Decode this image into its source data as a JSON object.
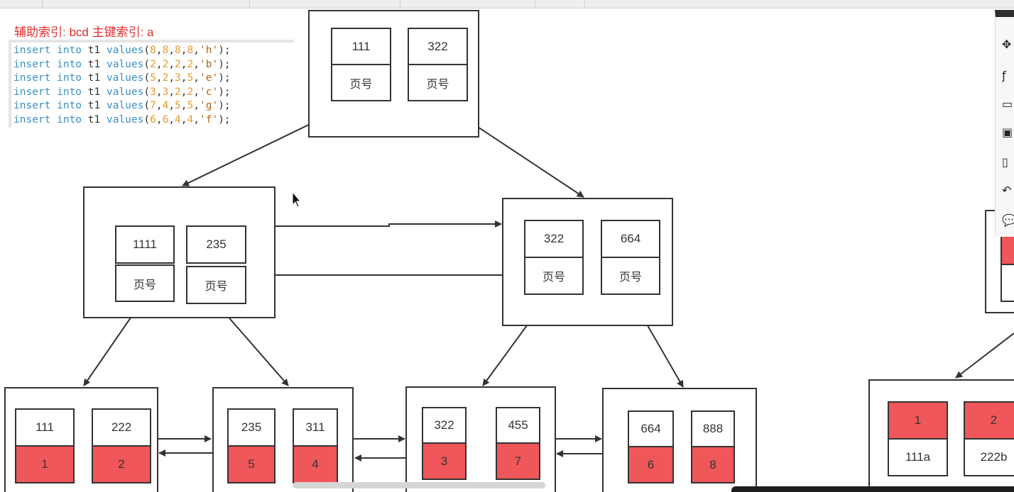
{
  "caption": "辅助索引: bcd 主键索引: a",
  "code_lines": [
    {
      "pre": "insert",
      "mid": " into ",
      "tbl": "t1 ",
      "fn": "values",
      "open": "(",
      "nums": [
        "8",
        "8",
        "8",
        "8"
      ],
      "str": "'h'",
      "close": ");"
    },
    {
      "pre": "insert",
      "mid": " into ",
      "tbl": "t1 ",
      "fn": "values",
      "open": "(",
      "nums": [
        "2",
        "2",
        "2",
        "2"
      ],
      "str": "'b'",
      "close": ");"
    },
    {
      "pre": "insert",
      "mid": " into ",
      "tbl": "t1 ",
      "fn": "values",
      "open": "(",
      "nums": [
        "5",
        "2",
        "3",
        "5"
      ],
      "str": "'e'",
      "close": ");"
    },
    {
      "pre": "insert",
      "mid": " into ",
      "tbl": "t1 ",
      "fn": "values",
      "open": "(",
      "nums": [
        "3",
        "3",
        "2",
        "2"
      ],
      "str": "'c'",
      "close": ");"
    },
    {
      "pre": "insert",
      "mid": " into ",
      "tbl": "t1 ",
      "fn": "values",
      "open": "(",
      "nums": [
        "7",
        "4",
        "5",
        "5"
      ],
      "str": "'g'",
      "close": ");"
    },
    {
      "pre": "insert",
      "mid": " into ",
      "tbl": "t1 ",
      "fn": "values",
      "open": "(",
      "nums": [
        "6",
        "6",
        "4",
        "4"
      ],
      "str": "'f'",
      "close": ");"
    }
  ],
  "page_label": "页号",
  "root": {
    "keys": [
      "111",
      "322"
    ]
  },
  "internal_left": {
    "keys": [
      "1111",
      "235"
    ]
  },
  "internal_right": {
    "keys": [
      "322",
      "664"
    ]
  },
  "leaves": [
    {
      "keys": [
        "111",
        "222"
      ],
      "values": [
        "1",
        "2"
      ]
    },
    {
      "keys": [
        "235",
        "311"
      ],
      "values": [
        "5",
        "4"
      ]
    },
    {
      "keys": [
        "322",
        "455"
      ],
      "values": [
        "3",
        "7"
      ]
    },
    {
      "keys": [
        "664",
        "888"
      ],
      "values": [
        "6",
        "8"
      ]
    }
  ],
  "right_leaf": {
    "keys": [
      "1",
      "2"
    ],
    "values": [
      "111a",
      "222b"
    ]
  },
  "toolbar_icons": [
    "crosshair-icon",
    "formula-icon",
    "folder-icon",
    "frame-icon",
    "page-icon",
    "undo-icon",
    "comment-icon"
  ],
  "colors": {
    "highlight": "#f0575a",
    "caption": "#e03030",
    "keyword": "#3a8fc4",
    "number": "#e89a2c",
    "string": "#b2631a"
  }
}
